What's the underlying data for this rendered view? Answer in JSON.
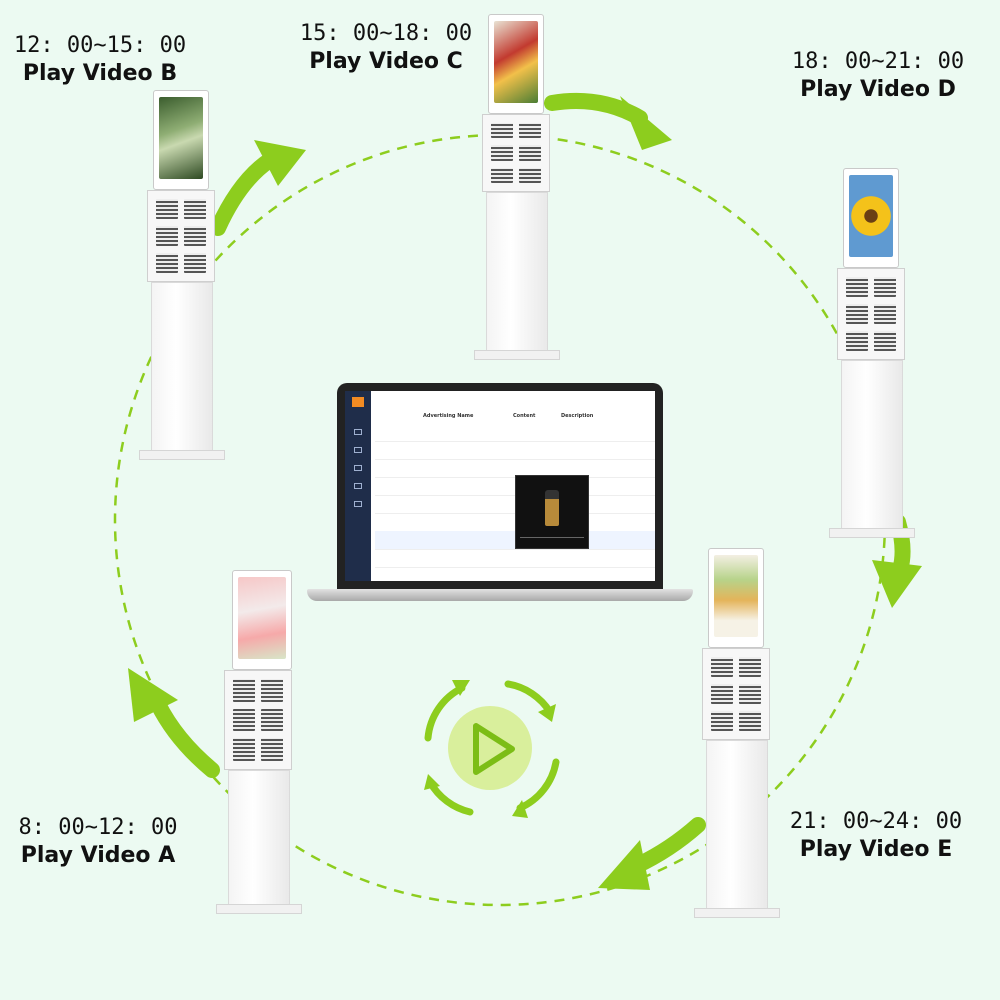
{
  "colors": {
    "background": "#ecfaf2",
    "accent_green": "#8dcd1e",
    "dash_green": "#8dcd1e"
  },
  "center_icon": "play-cycle-icon",
  "schedule": [
    {
      "time": "8: 00~12: 00",
      "label": "Play Video A"
    },
    {
      "time": "12: 00~15: 00",
      "label": "Play Video B"
    },
    {
      "time": "15: 00~18: 00",
      "label": "Play Video C"
    },
    {
      "time": "18: 00~21: 00",
      "label": "Play Video D"
    },
    {
      "time": "21: 00~24: 00",
      "label": "Play Video E"
    }
  ],
  "laptop": {
    "columns": [
      "Advertising Name",
      "Content",
      "Description"
    ]
  }
}
